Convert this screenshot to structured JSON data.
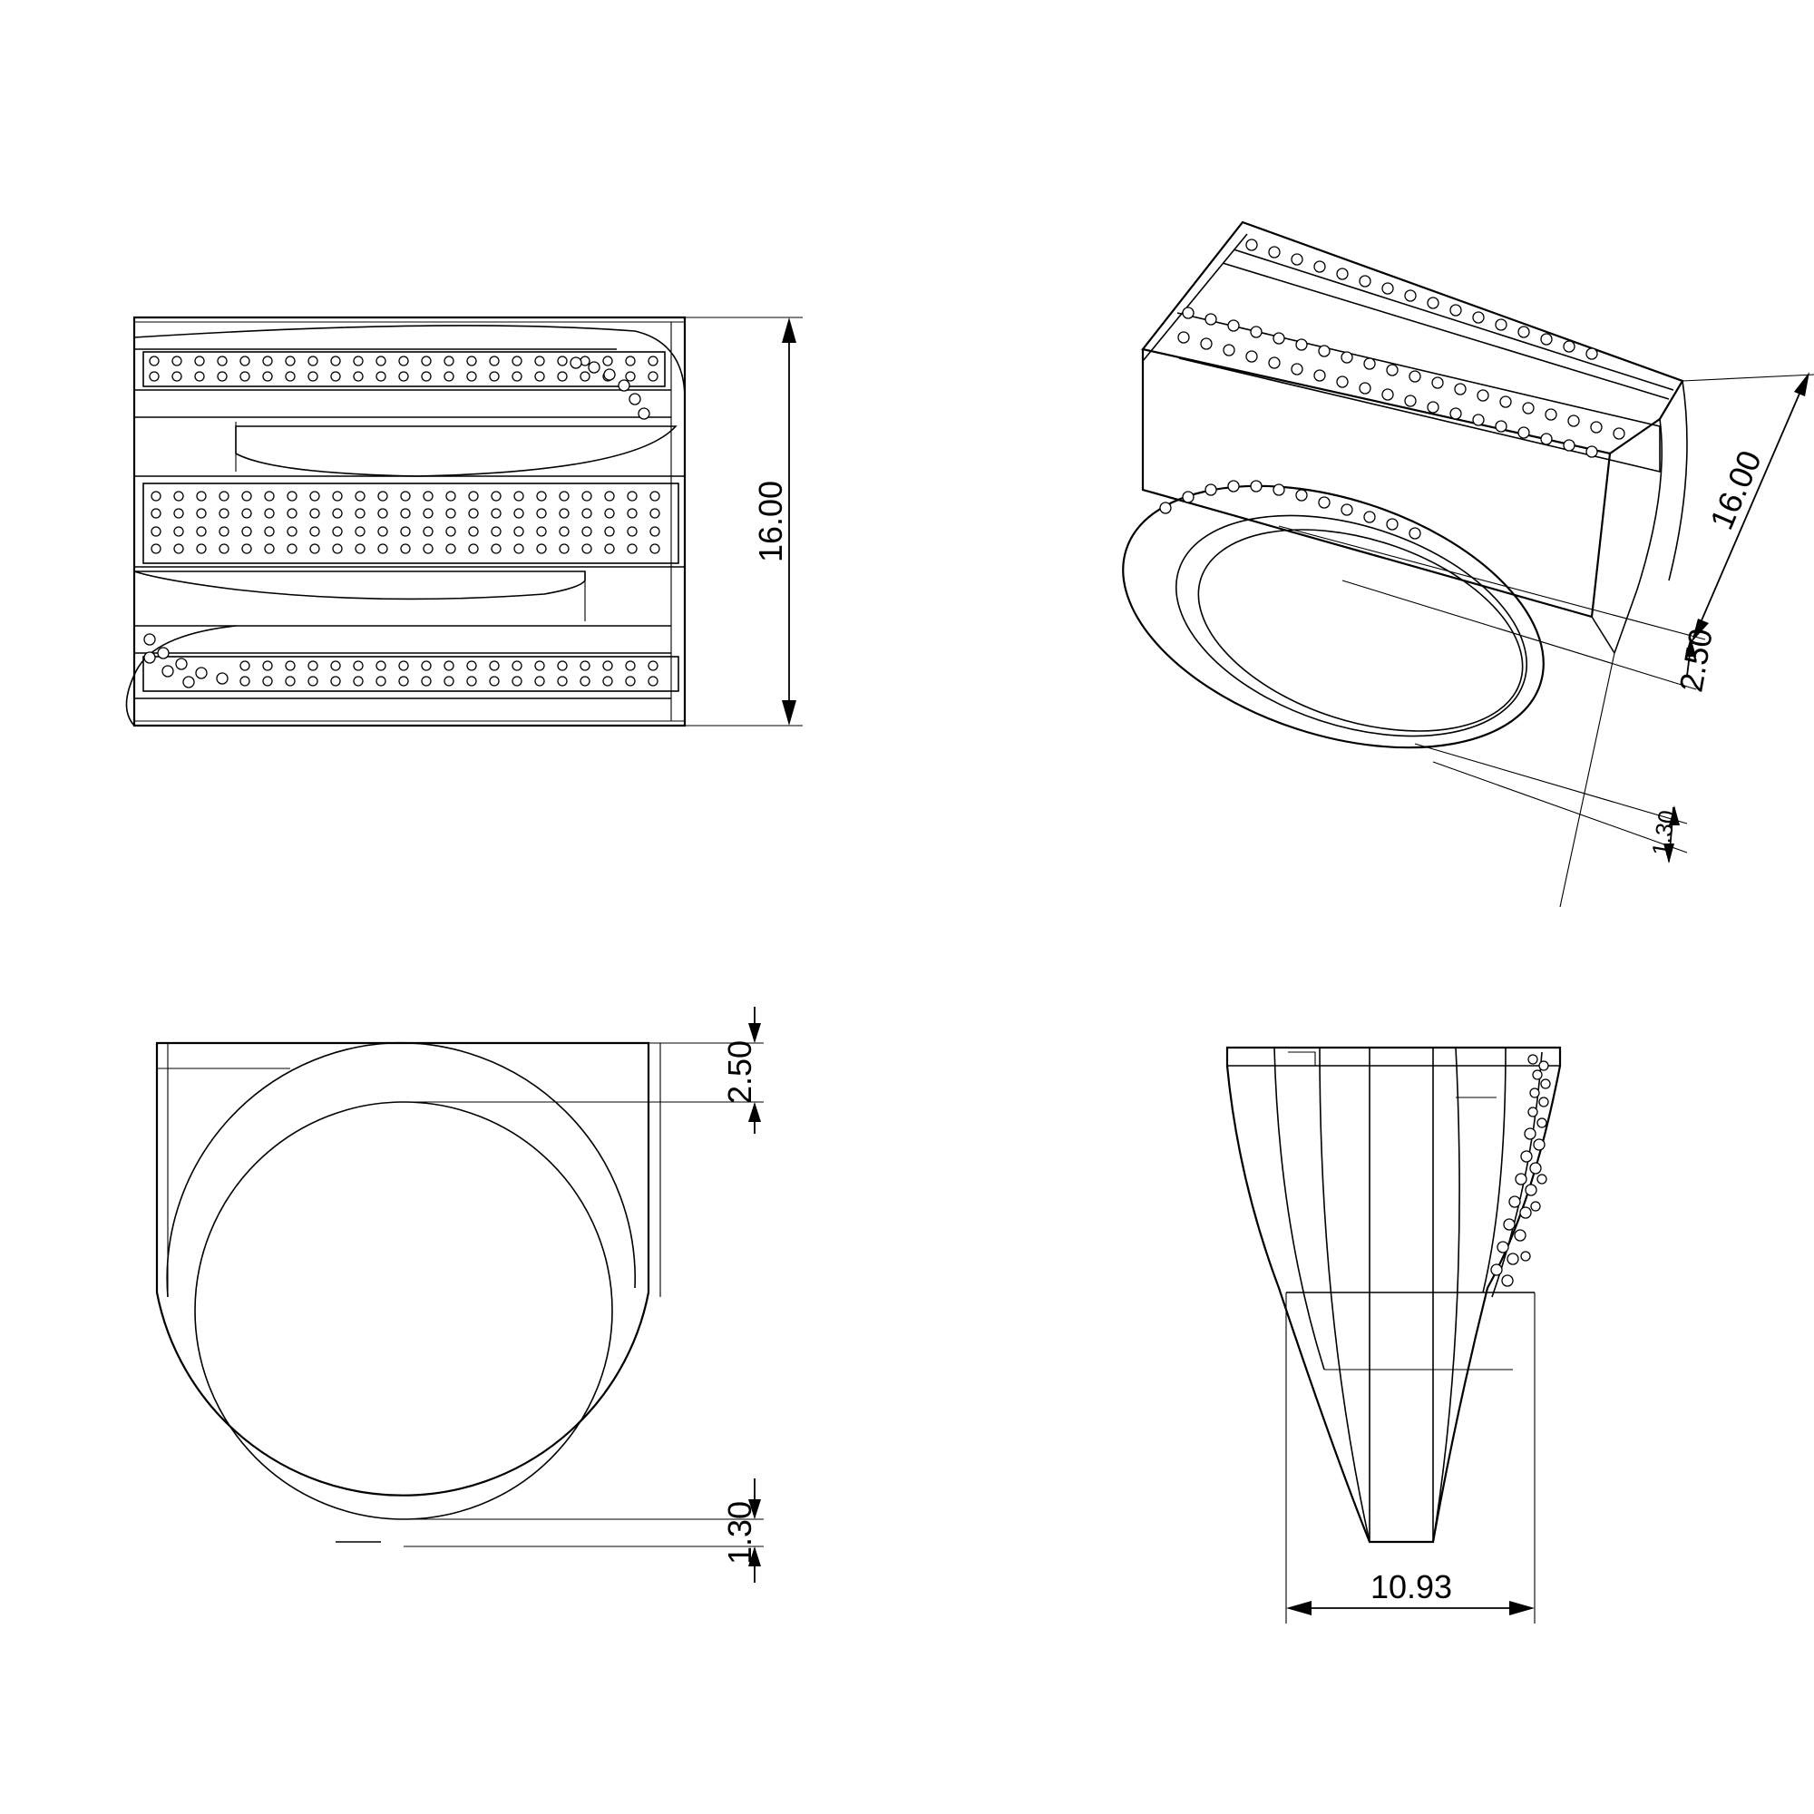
{
  "views": {
    "top": {
      "dims": {
        "width": "16.00"
      }
    },
    "iso": {
      "dims": {
        "width": "16.00",
        "top_thickness": "2.50",
        "bottom_thickness": "1.30"
      }
    },
    "side": {
      "dims": {
        "top_thickness": "2.50",
        "bottom_thickness": "1.30"
      }
    },
    "front": {
      "dims": {
        "base_width": "10.93"
      }
    }
  },
  "colors": {
    "line": "#000000",
    "background": "#ffffff"
  }
}
